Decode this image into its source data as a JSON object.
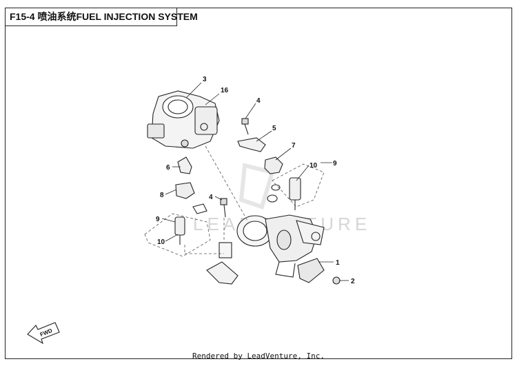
{
  "title": "F15-4 喷油系统FUEL INJECTION SYSTEM",
  "watermark": "LEADVENTURE",
  "fwd_label": "FWD",
  "footer": "Rendered by LeadVenture, Inc.",
  "callouts": [
    {
      "id": "callout-3",
      "label": "3"
    },
    {
      "id": "callout-16",
      "label": "16"
    },
    {
      "id": "callout-4a",
      "label": "4"
    },
    {
      "id": "callout-5",
      "label": "5"
    },
    {
      "id": "callout-7",
      "label": "7"
    },
    {
      "id": "callout-10a",
      "label": "10"
    },
    {
      "id": "callout-9a",
      "label": "9"
    },
    {
      "id": "callout-6",
      "label": "6"
    },
    {
      "id": "callout-8",
      "label": "8"
    },
    {
      "id": "callout-4b",
      "label": "4"
    },
    {
      "id": "callout-9b",
      "label": "9"
    },
    {
      "id": "callout-10b",
      "label": "10"
    },
    {
      "id": "callout-1",
      "label": "1"
    },
    {
      "id": "callout-2",
      "label": "2"
    }
  ]
}
